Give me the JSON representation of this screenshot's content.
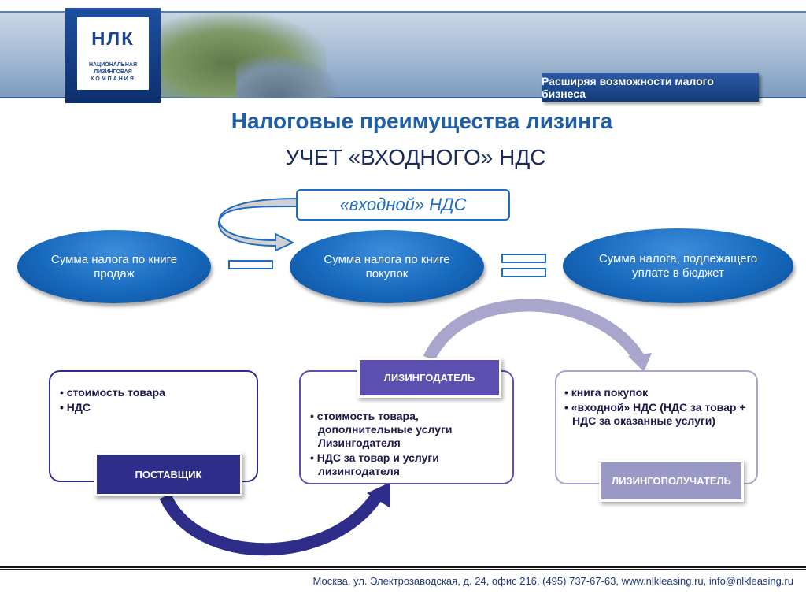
{
  "header": {
    "logo_mark": "НЛК",
    "logo_line1": "НАЦИОНАЛЬНАЯ",
    "logo_line2": "ЛИЗИНГОВАЯ",
    "logo_line3": "КОМПАНИЯ",
    "tagline": "Расширяя возможности малого бизнеса"
  },
  "title": "Налоговые преимущества лизинга",
  "subtitle": "УЧЕТ «ВХОДНОГО» НДС",
  "formula": {
    "left": "Сумма налога по книге продаж",
    "middle": "Сумма налога по книге покупок",
    "right": "Сумма налога, подлежащего уплате в бюджет",
    "input_vat": "«входной» НДС"
  },
  "parties": [
    {
      "label": "ПОСТАВЩИК",
      "items": [
        "стоимость товара",
        "НДС"
      ]
    },
    {
      "label": "ЛИЗИНГОДАТЕЛЬ",
      "items": [
        "стоимость товара, дополнительные услуги Лизингодателя",
        "НДС за товар и услуги лизингодателя"
      ]
    },
    {
      "label": "ЛИЗИНГОПОЛУЧАТЕЛЬ",
      "items": [
        "книга покупок",
        "«входной» НДС (НДС за товар + НДС за оказанные услуги)"
      ]
    }
  ],
  "footer": "Москва, ул. Электрозаводская, д. 24, офис 216, (495) 737-67-63, www.nlkleasing.ru, info@nlkleasing.ru",
  "colors": {
    "accent": "#1f6cc0",
    "dark": "#2e2e8a",
    "mid": "#5b4fb0",
    "light": "#9a98c4"
  }
}
